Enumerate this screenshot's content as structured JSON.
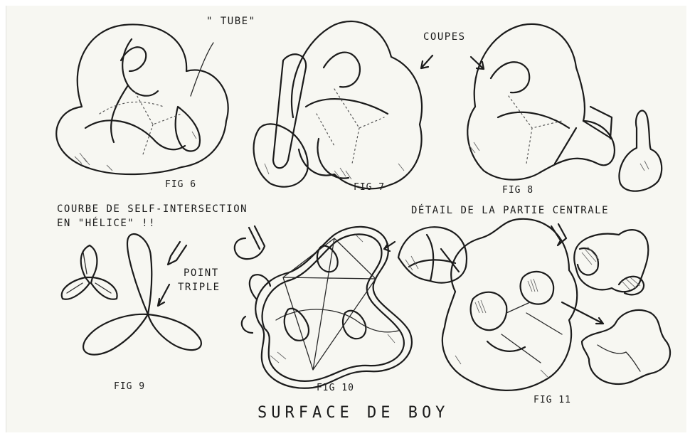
{
  "labels": {
    "tube": "\" TUBE\"",
    "coupes": "COUPES",
    "self_intersection_line1": "COURBE DE SELF-INTERSECTION",
    "self_intersection_line2": "EN \"HÉLICE\" !!",
    "detail": "DÉTAIL DE LA PARTIE CENTRALE",
    "point_triple_line1": "POINT",
    "point_triple_line2": "TRIPLE",
    "title": "SURFACE DE BOY"
  },
  "figures": {
    "fig6": "FIG 6",
    "fig7": "FIG 7",
    "fig8": "FIG 8",
    "fig9": "FIG 9",
    "fig10": "FIG 10",
    "fig11": "FIG 11"
  },
  "colors": {
    "ink": "#1b1b1b",
    "paper": "#f7f7f2"
  }
}
